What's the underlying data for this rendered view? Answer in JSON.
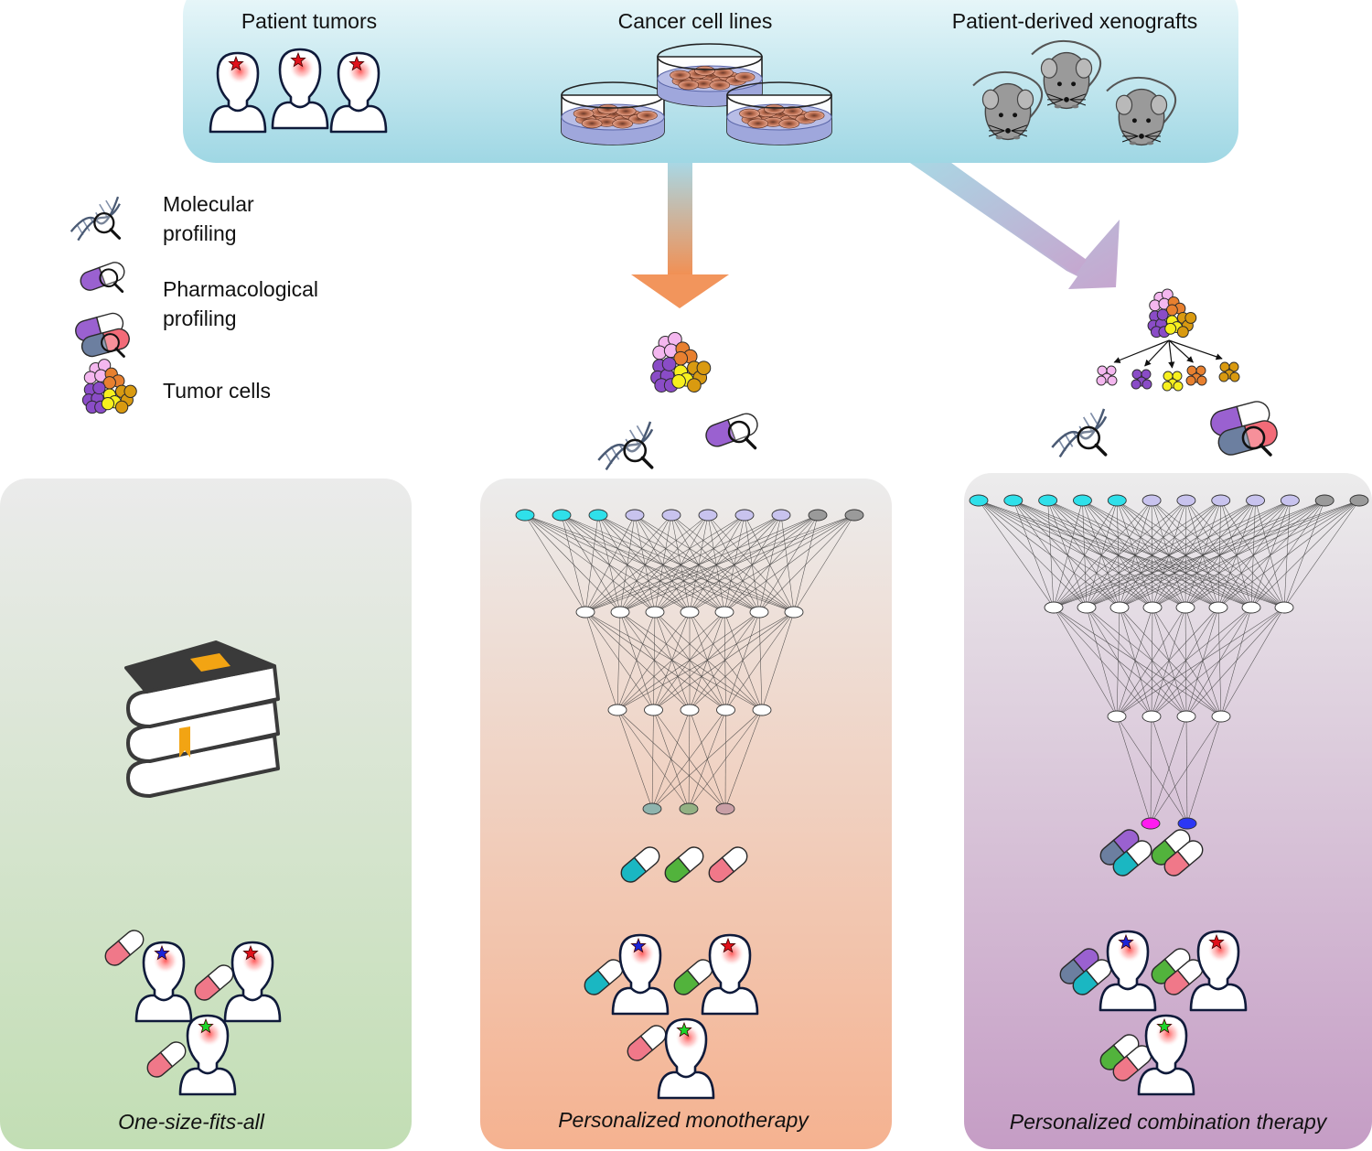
{
  "sources": {
    "patients_label": "Patient tumors",
    "cell_lines_label": "Cancer cell lines",
    "xenografts_label": "Patient-derived xenografts"
  },
  "legend": {
    "molecular": "Molecular\nprofiling",
    "pharmacological": "Pharmacological\nprofiling",
    "tumor": "Tumor cells",
    "icons": [
      "dna-magnifier-icon",
      "pill-magnifier-icon",
      "drug-pair-magnifier-icon",
      "tumor-cells-icon"
    ]
  },
  "panels": {
    "one_size": {
      "title": "One-size-fits-all"
    },
    "monotherapy": {
      "title": "Personalized monotherapy"
    },
    "combination": {
      "title": "Personalized combination therapy"
    }
  },
  "colors": {
    "panel_green_bottom": "#c3dfb6",
    "panel_orange_bottom": "#f4b391",
    "panel_purple_bottom": "#c59ec5",
    "panel_top": "#eaeaea",
    "banner_top": "#e8f6f9",
    "banner_bottom": "#9fd8e4",
    "arrow_orange": "#f2955c",
    "arrow_purple": "#c4a6cc",
    "node_cyan": "#2fe0ea",
    "node_lavender": "#c8c3ee",
    "node_grey": "#9a9a9a",
    "star_red": "#e0101a",
    "star_blue": "#1a24d8",
    "star_green": "#1dd62a"
  },
  "networks": {
    "monotherapy_layers": [
      [
        "cyan",
        "cyan",
        "cyan",
        "lavender",
        "lavender",
        "lavender",
        "lavender",
        "lavender",
        "grey",
        "grey"
      ],
      [
        "white",
        "white",
        "white",
        "white",
        "white",
        "white",
        "white"
      ],
      [
        "white",
        "white",
        "white",
        "white",
        "white"
      ],
      [
        "teal",
        "green",
        "mauve"
      ]
    ],
    "combination_layers": [
      [
        "cyan",
        "cyan",
        "cyan",
        "cyan",
        "cyan",
        "lavender",
        "lavender",
        "lavender",
        "lavender",
        "lavender",
        "grey",
        "grey"
      ],
      [
        "white",
        "white",
        "white",
        "white",
        "white",
        "white",
        "white",
        "white"
      ],
      [
        "white",
        "white",
        "white",
        "white"
      ],
      [
        "magenta",
        "blue"
      ]
    ]
  }
}
